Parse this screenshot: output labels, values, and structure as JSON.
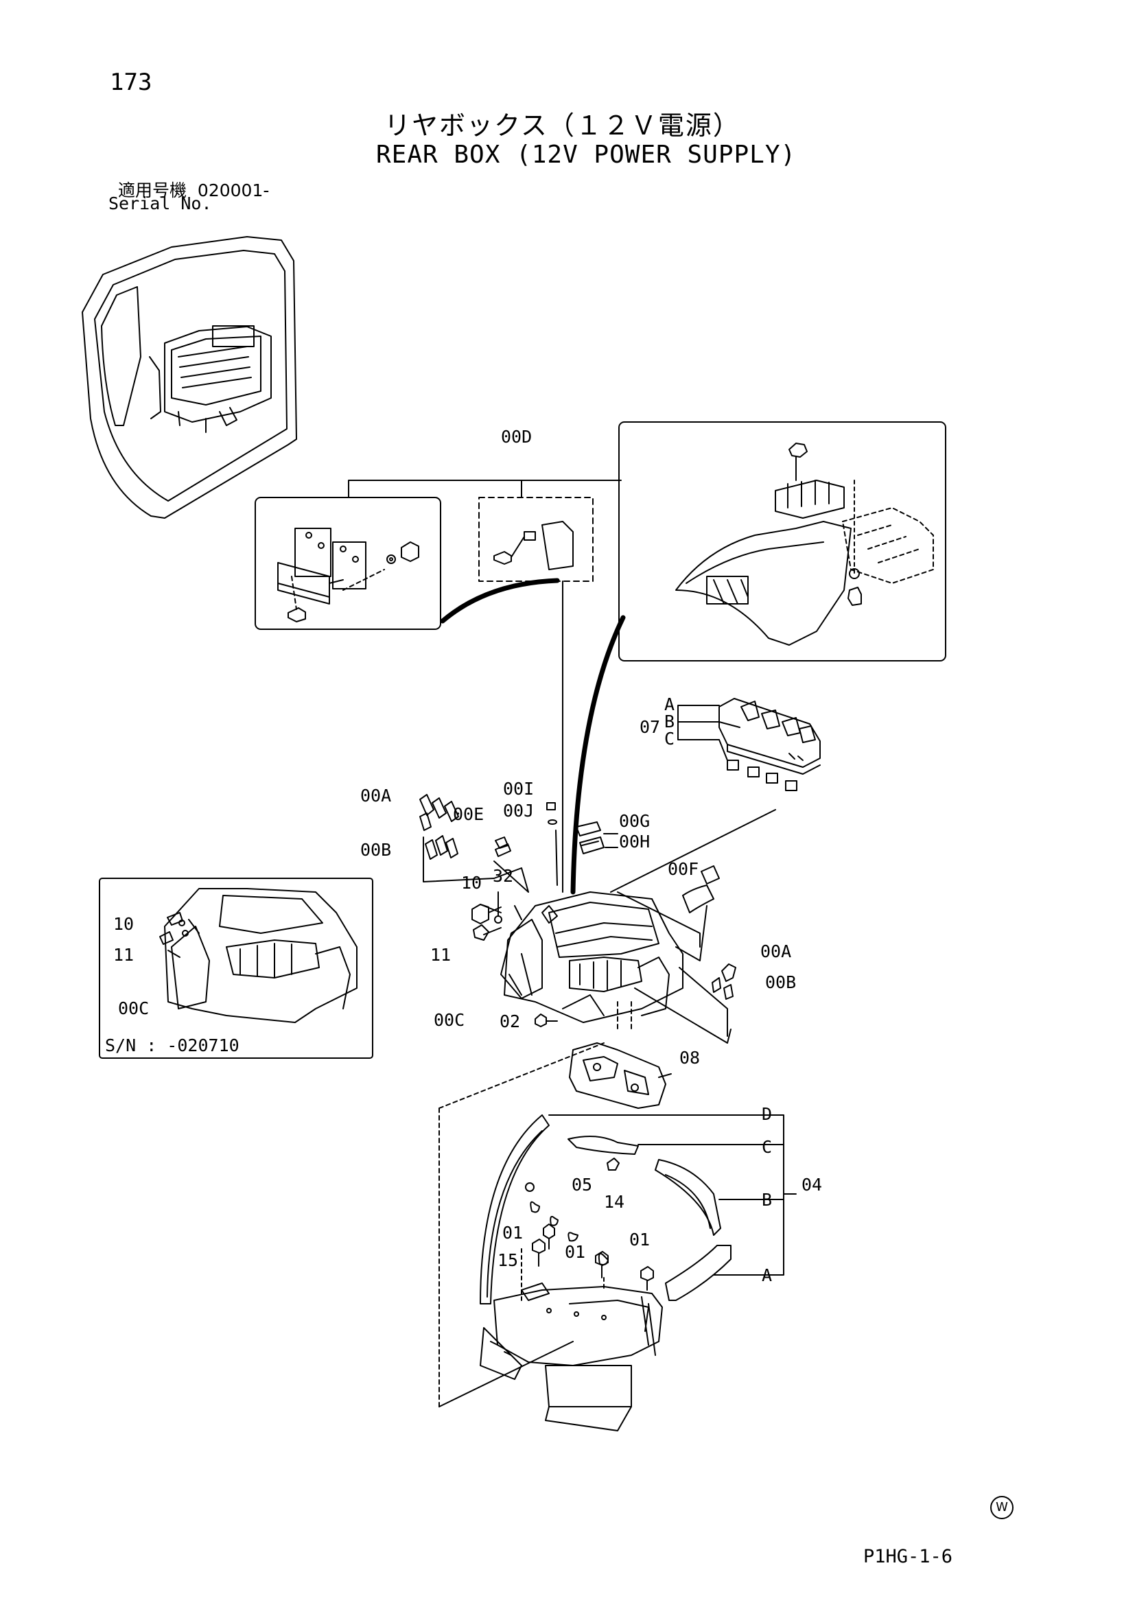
{
  "page": {
    "number": "173",
    "title_jp": "リヤボックス（１２Ｖ電源）",
    "title_en": "REAR BOX (12V POWER SUPPLY)",
    "serial_label_jp": "適用号機",
    "serial_value": "020001-",
    "serial_label_en": "Serial No.",
    "footer_code": "P1HG-1-6",
    "mark": "W"
  },
  "callouts": {
    "c00D": "00D",
    "c07": "07",
    "c07A": "A",
    "c07B": "B",
    "c07C": "C",
    "c00I": "00I",
    "c00J": "00J",
    "c00A_1": "00A",
    "c00E": "00E",
    "c00G": "00G",
    "c00H": "00H",
    "c00B_1": "00B",
    "c00F": "00F",
    "c10_main": "10",
    "c32": "32",
    "c11_main": "11",
    "c00A_2": "00A",
    "c00B_2": "00B",
    "c00C_main": "00C",
    "c02": "02",
    "c08": "08",
    "c10_inset": "10",
    "c11_inset": "11",
    "c00C_inset": "00C",
    "sn_note": "S/N : -020710",
    "c04D": "D",
    "c04C": "C",
    "c04B": "B",
    "c04A": "A",
    "c04": "04",
    "c05": "05",
    "c14": "14",
    "c01_a": "01",
    "c01_b": "01",
    "c01_c": "01",
    "c15": "15"
  }
}
